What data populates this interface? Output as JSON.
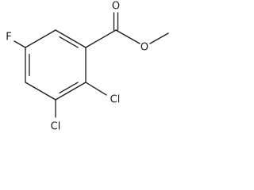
{
  "molecule": {
    "atoms": {
      "carbonyl_oxygen": "O",
      "ester_oxygen": "O",
      "fluorine": "F",
      "chlorine_2": "Cl",
      "chlorine_3": "Cl"
    }
  },
  "colors": {
    "bond": "#1a1a1a",
    "label": "#1a1a1a",
    "background": "#ffffff"
  }
}
